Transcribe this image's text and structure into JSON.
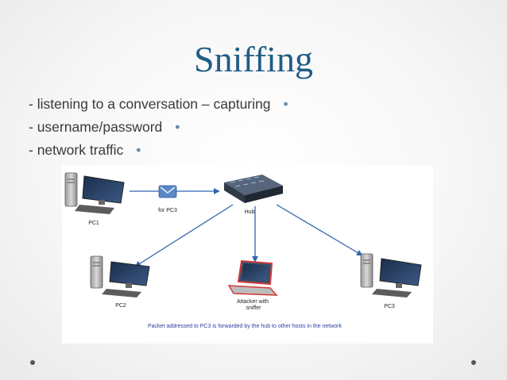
{
  "slide": {
    "title": "Sniffing",
    "bullets": [
      "- listening to a conversation – capturing",
      "- username/password",
      "- network traffic"
    ],
    "bullet_marker": "•"
  },
  "diagram": {
    "nodes": {
      "pc1": "PC1",
      "pc2": "PC2",
      "pc3": "PC3",
      "hub": "Hub",
      "attacker": "Attacker with sniffer",
      "packet": "for PC3"
    },
    "caption": "Packet addressed to PC3 is forwarded by the hub to other hosts in the network",
    "colors": {
      "arrow": "#2f64ad",
      "caption": "#2b3fa0",
      "attacker_outline": "#d23b3b",
      "hub": "#2e3a48"
    }
  }
}
